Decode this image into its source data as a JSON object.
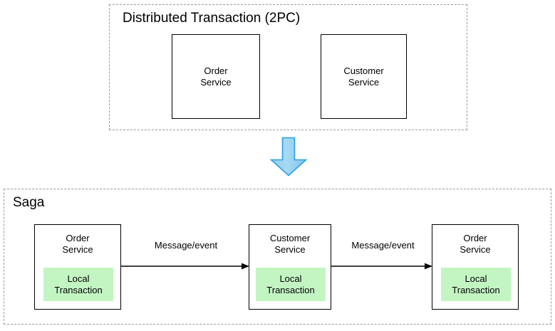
{
  "diagram": {
    "type": "flow-diagram",
    "background": "#ffffff",
    "groups": [
      {
        "id": "two-phase-commit",
        "title": "Distributed Transaction (2PC)",
        "border_style": "dashed",
        "border_color": "#9a9a9a"
      },
      {
        "id": "saga",
        "title": "Saga",
        "border_style": "dashed",
        "border_color": "#9a9a9a"
      }
    ]
  },
  "two_pc": {
    "title": "Distributed Transaction (2PC)",
    "services": [
      {
        "name": "Order\nService"
      },
      {
        "name": "Customer\nService"
      }
    ]
  },
  "transition": {
    "icon": "down-arrow-icon",
    "fill_color": "#9CD3F0",
    "stroke_color": "#2EA0E0"
  },
  "saga": {
    "title": "Saga",
    "participants": [
      {
        "name": "Order\nService",
        "local_transaction": "Local\nTransaction",
        "highlight_color": "#C3F5C3"
      },
      {
        "name": "Customer\nService",
        "local_transaction": "Local\nTransaction",
        "highlight_color": "#C3F5C3"
      },
      {
        "name": "Order\nService",
        "local_transaction": "Local\nTransaction",
        "highlight_color": "#C3F5C3"
      }
    ],
    "connectors": [
      {
        "label": "Message/event",
        "from": "Order Service",
        "to": "Customer Service"
      },
      {
        "label": "Message/event",
        "from": "Customer Service",
        "to": "Order Service"
      }
    ]
  }
}
